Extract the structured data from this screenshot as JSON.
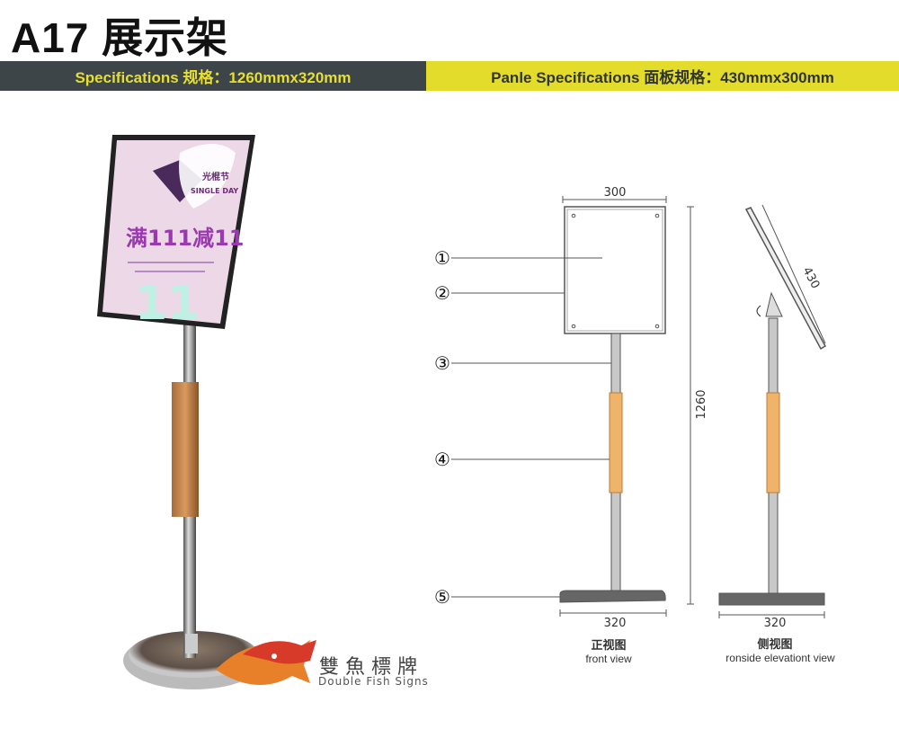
{
  "title": "A17 展示架",
  "spec_bar": {
    "left": "Specifications  规格：1260mmx320mm",
    "right": "Panle Specifications  面板规格：430mmx300mm"
  },
  "photo_poster": {
    "headline": "满111减11",
    "badge_cn": "光棍节",
    "badge_en": "SINGLE DAY",
    "big_number": "11"
  },
  "drawing": {
    "width_top": "300",
    "height": "1260",
    "panel_diagonal": "430",
    "base_front": "320",
    "base_side": "320",
    "callouts": [
      "①",
      "②",
      "③",
      "④",
      "⑤"
    ],
    "front_view_cn": "正视图",
    "front_view_en": "front view",
    "side_view_cn": "侧视图",
    "side_view_en": "ronside elevationt view"
  },
  "logo": {
    "cn": "雙 魚 標 牌",
    "en": "Double Fish Signs"
  },
  "colors": {
    "dark_bar": "#3d4548",
    "yellow_bar": "#e3dc2b",
    "wood": "#f0b36a"
  }
}
